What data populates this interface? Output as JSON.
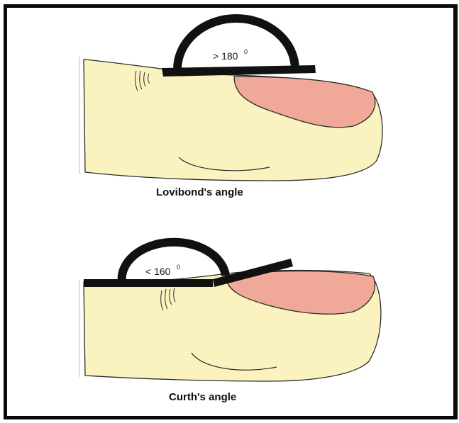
{
  "figure": {
    "top": {
      "angle_text": "> 180",
      "degree_mark": "0",
      "caption": "Lovibond's angle"
    },
    "bottom": {
      "angle_text": "< 160",
      "degree_mark": "0",
      "caption": "Curth's angle"
    }
  },
  "colors": {
    "skin": "#faf3c0",
    "nail": "#f0a898",
    "outline": "#2b2b2b",
    "ruler": "#111111",
    "frame": "#0a0a0a"
  }
}
